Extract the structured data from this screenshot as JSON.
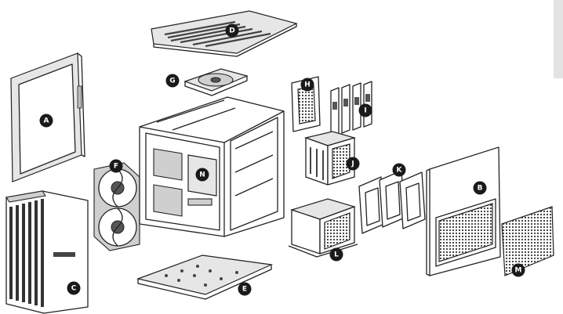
{
  "callouts": [
    {
      "label": "A",
      "part": "side-panel-left"
    },
    {
      "label": "B",
      "part": "side-panel-right"
    },
    {
      "label": "C",
      "part": "front-panel"
    },
    {
      "label": "D",
      "part": "top-panel"
    },
    {
      "label": "E",
      "part": "bottom-panel"
    },
    {
      "label": "F",
      "part": "front-fans"
    },
    {
      "label": "G",
      "part": "top-fan"
    },
    {
      "label": "H",
      "part": "mesh-bracket"
    },
    {
      "label": "I",
      "part": "drive-rails"
    },
    {
      "label": "J",
      "part": "drive-cage-upper"
    },
    {
      "label": "K",
      "part": "drive-trays"
    },
    {
      "label": "L",
      "part": "drive-cage-lower"
    },
    {
      "label": "M",
      "part": "dust-filter"
    },
    {
      "label": "N",
      "part": "chassis-frame"
    }
  ],
  "colors": {
    "ink": "#222222",
    "badge": "#1a1a1a",
    "panel": "#e6e6e6",
    "tab": "#e3e3e3"
  }
}
